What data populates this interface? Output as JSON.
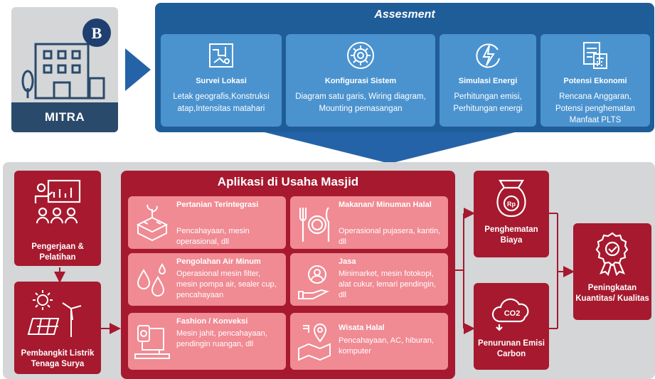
{
  "mitra": {
    "label": "MITRA",
    "logo_text": "B"
  },
  "assessment": {
    "title": "Assesment",
    "cards": [
      {
        "title": "Survei Lokasi",
        "desc": "Letak geografis,Konstruksi atap,Intensitas matahari",
        "icon": "map-icon"
      },
      {
        "title": "Konfigurasi Sistem",
        "desc": "Diagram satu garis, Wiring diagram, Mounting pemasangan",
        "icon": "gear-icon"
      },
      {
        "title": "Simulasi Energi",
        "desc": "Perhitungan emisi, Perhitungan energi",
        "icon": "lightning-icon"
      },
      {
        "title": "Potensi Ekonomi",
        "desc": "Rencana Anggaran, Potensi penghematan Manfaat PLTS",
        "icon": "calculator-icon"
      }
    ]
  },
  "left": {
    "training": "Pengerjaan & Pelatihan",
    "solar": "Pembangkit Listrik Tenaga Surya"
  },
  "main": {
    "title": "Aplikasi di Usaha Masjid",
    "cards": [
      {
        "title": "Pertanian Terintegrasi",
        "desc": "Pencahayaan, mesin operasional, dll",
        "icon": "plant-icon"
      },
      {
        "title": "Makanan/ Minuman Halal",
        "desc": "Operasional pujasera, kantin, dll",
        "icon": "cutlery-icon"
      },
      {
        "title": "Pengolahan Air Minum",
        "desc": "Operasional mesin filter, mesin pompa air, sealer cup, pencahayaan",
        "icon": "water-drop-icon"
      },
      {
        "title": "Jasa",
        "desc": "Minimarket, mesin fotokopi, alat cukur, lemari pendingin, dll",
        "icon": "service-hand-icon"
      },
      {
        "title": "Fashion / Konveksi",
        "desc": "Mesin jahit, pencahayaan, pendingin ruangan, dll",
        "icon": "sewing-machine-icon"
      },
      {
        "title": "Wisata Halal",
        "desc": "Pencahayaan, AC, hiburan, komputer",
        "icon": "map-pin-icon"
      }
    ]
  },
  "right": {
    "savings": "Penghematan Biaya",
    "savings_icon_text": "Rp",
    "carbon": "Penurunan Emisi Carbon",
    "carbon_icon_text": "CO2",
    "quality": "Peningkatan Kuantitas/ Kualitas"
  },
  "colors": {
    "blue_dark": "#1f5d99",
    "blue_card": "#4b93cf",
    "red": "#a6192e",
    "pink": "#f08a93",
    "gray": "#d4d6d8",
    "navy": "#2a4a6b"
  }
}
